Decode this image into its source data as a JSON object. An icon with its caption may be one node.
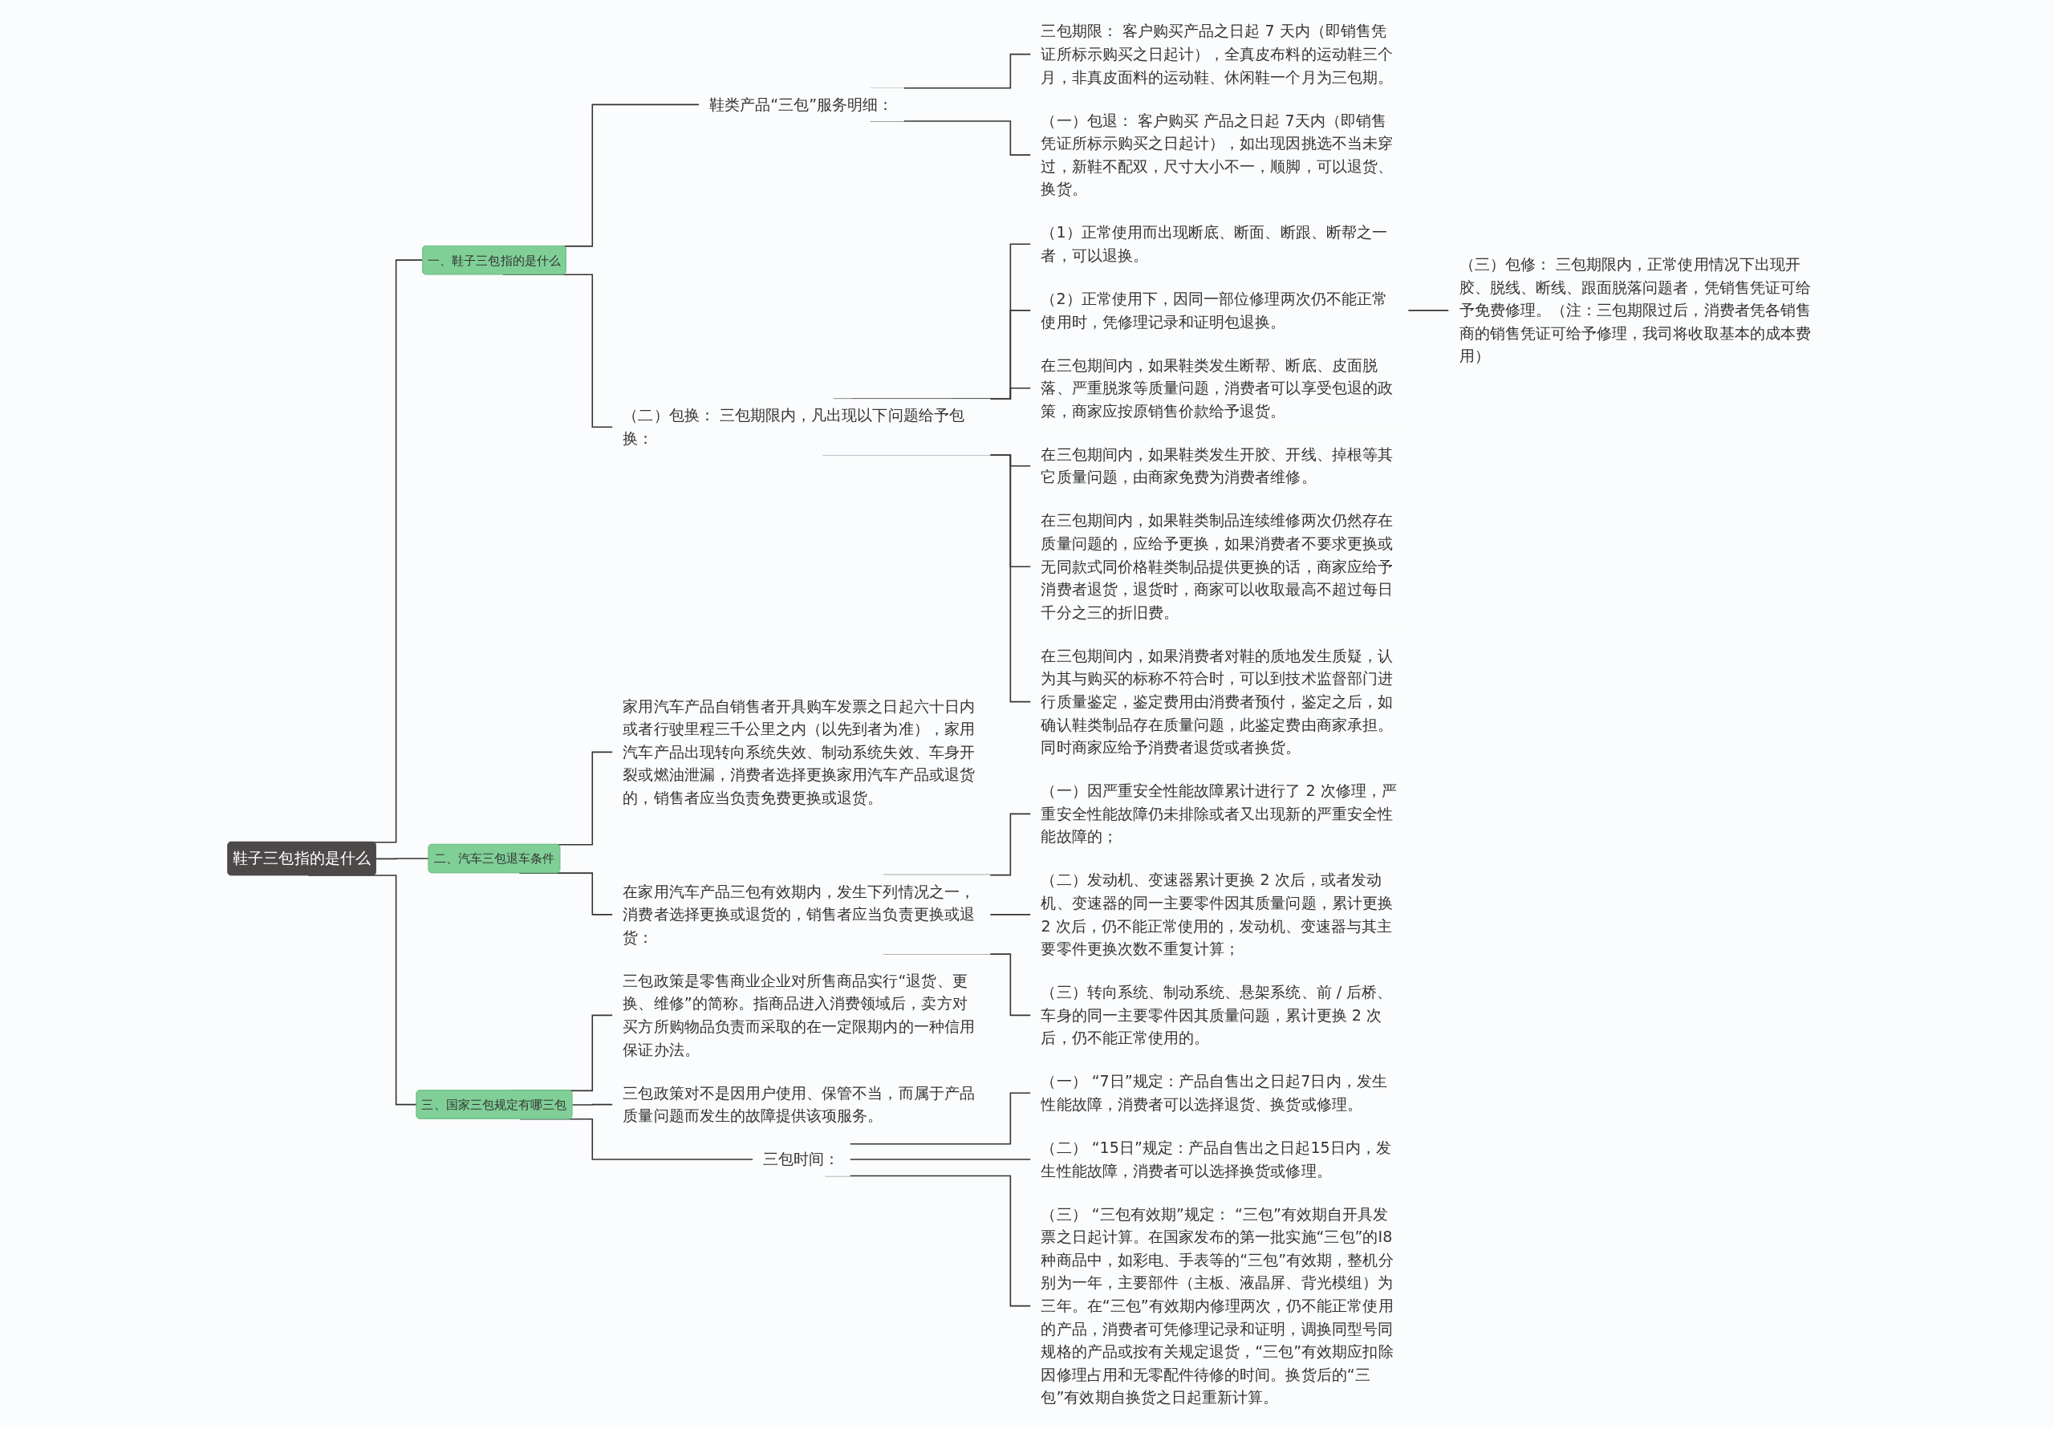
{
  "diagram": {
    "nodes": [
      {
        "text": [
          "鞋子三包指的是什么"
        ]
      },
      {
        "text": [
          "一、鞋子三包指的是什么"
        ]
      },
      {
        "text": [
          "鞋类产品“三包”服务明细："
        ]
      },
      {
        "text": [
          "三包期限： 客户购买产品之日起 7 天内（即销售凭证所标示购买之日起计），全真皮布料的运动鞋三个月，非真皮面料的运动鞋、休闲鞋一个月为三包期。"
        ]
      },
      {
        "text": [
          "（一）包退： 客户购买 产品之日起 7天内（即销售凭证所标示购买之日起计），如出现因挑选不当未穿过，新鞋不配双，尺寸大小不一，顺脚，可以退货、换货。"
        ]
      },
      {
        "text": [
          "（二）包换： 三包期限内，凡出现以下问题给予包换："
        ]
      },
      {
        "text": [
          "（1）正常使用而出现断底、断面、断跟、断帮之一者，可以退换。"
        ]
      },
      {
        "text": [
          "（2）正常使用下，因同一部位修理两次仍不能正常使用时，凭修理记录和证明包退换。"
        ]
      },
      {
        "text": [
          "（三）包修： 三包期限内，正常使用情况下出现开胶、脱线、断线、跟面脱落问题者，凭销售凭证可给予免费修理。（注：三包期限过后，消费者凭各销售商的销售凭证可给予修理，我司将收取基本的成本费用）"
        ]
      },
      {
        "text": [
          "在三包期间内，如果鞋类发生断帮、断底、皮面脱落、严重脱浆等质量问题，消费者可以享受包退的政策，商家应按原销售价款给予退货。"
        ]
      },
      {
        "text": [
          "在三包期间内，如果鞋类发生开胶、开线、掉根等其它质量问题，由商家免费为消费者维修。"
        ]
      },
      {
        "text": [
          "在三包期间内，如果鞋类制品连续维修两次仍然存在质量问题的，应给予更换，如果消费者不要求更换或无同款式同价格鞋类制品提供更换的话，商家应给予消费者退货，退货时，商家可以收取最高不超过每日千分之三的折旧费。"
        ]
      },
      {
        "text": [
          "在三包期间内，如果消费者对鞋的质地发生质疑，认为其与购买的标称不符合时，可以到技术监督部门进行质量鉴定，鉴定费用由消费者预付，鉴定之后，如确认鞋类制品存在质量问题，此鉴定费由商家承担。同时商家应给予消费者退货或者换货。"
        ]
      },
      {
        "text": [
          "二、汽车三包退车条件"
        ]
      },
      {
        "text": [
          "家用汽车产品自销售者开具购车发票之日起六十日内或者行驶里程三千公里之内（以先到者为准），家用汽车产品出现转向系统失效、制动系统失效、车身开裂或燃油泄漏，消费者选择更换家用汽车产品或退货的，销售者应当负责免费更换或退货。"
        ]
      },
      {
        "text": [
          "在家用汽车产品三包有效期内，发生下列情况之一，消费者选择更换或退货的，销售者应当负责更换或退货："
        ]
      },
      {
        "text": [
          "（一）因严重安全性能故障累计进行了 2 次修理，严重安全性能故障仍未排除或者又出现新的严重安全性能故障的；"
        ]
      },
      {
        "text": [
          "（二）发动机、变速器累计更换 2 次后，或者发动机、变速器的同一主要零件因其质量问题，累计更换 2 次后，仍不能正常使用的，发动机、变速器与其主要零件更换次数不重复计算；"
        ]
      },
      {
        "text": [
          "（三）转向系统、制动系统、悬架系统、前 / 后桥、车身的同一主要零件因其质量问题，累计更换 2 次后，仍不能正常使用的。"
        ]
      },
      {
        "text": [
          "三、国家三包规定有哪三包"
        ]
      },
      {
        "text": [
          "三包政策是零售商业企业对所售商品实行“退货、更换、维修”的简称。指商品进入消费领域后，卖方对买方所购物品负责而采取的在一定限期内的一种信用保证办法。"
        ]
      },
      {
        "text": [
          "三包政策对不是因用户使用、保管不当，而属于产品质量问题而发生的故障提供该项服务。"
        ]
      },
      {
        "text": [
          "三包时间："
        ]
      },
      {
        "text": [
          "（一） “7日”规定：产品自售出之日起7日内，发生性能故障，消费者可以选择退货、换货或修理。"
        ]
      },
      {
        "text": [
          "（二） “15日”规定：产品自售出之日起15日内，发生性能故障，消费者可以选择换货或修理。"
        ]
      },
      {
        "text": [
          "（三） “三包有效期”规定： “三包”有效期自开具发票之日起计算。在国家发布的第一批实施“三包”的I8种商品中，如彩电、手表等的“三包”有效期，整机分别为一年，主要部件（主板、液晶屏、背光模组）为三年。在“三包”有效期内修理两次，仍不能正常使用的产品，消费者可凭修理记录和证明，调换同型号同规格的产品或按有关规定退货，“三包”有效期应扣除因修理占用和无零配件待修的时间。换货后的“三包”有效期自换货之日起重新计算。"
        ]
      }
    ],
    "edges": [
      {
        "from": 0,
        "to": 1,
        "arrow": "none"
      },
      {
        "from": 1,
        "to": 2,
        "arrow": "none"
      },
      {
        "from": 2,
        "to": 3,
        "arrow": "none"
      },
      {
        "from": 2,
        "to": 4,
        "arrow": "none"
      },
      {
        "from": 1,
        "to": 5,
        "arrow": "none"
      },
      {
        "from": 5,
        "to": 6,
        "arrow": "none"
      },
      {
        "from": 5,
        "to": 7,
        "arrow": "none"
      },
      {
        "from": 7,
        "to": 8,
        "arrow": "none"
      },
      {
        "from": 5,
        "to": 9,
        "arrow": "none"
      },
      {
        "from": 5,
        "to": 10,
        "arrow": "none"
      },
      {
        "from": 5,
        "to": 11,
        "arrow": "none"
      },
      {
        "from": 5,
        "to": 12,
        "arrow": "none"
      },
      {
        "from": 0,
        "to": 13,
        "arrow": "none"
      },
      {
        "from": 13,
        "to": 14,
        "arrow": "none"
      },
      {
        "from": 13,
        "to": 15,
        "arrow": "none"
      },
      {
        "from": 15,
        "to": 16,
        "arrow": "none"
      },
      {
        "from": 15,
        "to": 17,
        "arrow": "none"
      },
      {
        "from": 15,
        "to": 18,
        "arrow": "none"
      },
      {
        "from": 0,
        "to": 19,
        "arrow": "none"
      },
      {
        "from": 19,
        "to": 20,
        "arrow": "none"
      },
      {
        "from": 19,
        "to": 21,
        "arrow": "none"
      },
      {
        "from": 19,
        "to": 22,
        "arrow": "none"
      },
      {
        "from": 22,
        "to": 23,
        "arrow": "none"
      },
      {
        "from": 22,
        "to": 24,
        "arrow": "none"
      },
      {
        "from": 22,
        "to": 25,
        "arrow": "none"
      }
    ]
  }
}
